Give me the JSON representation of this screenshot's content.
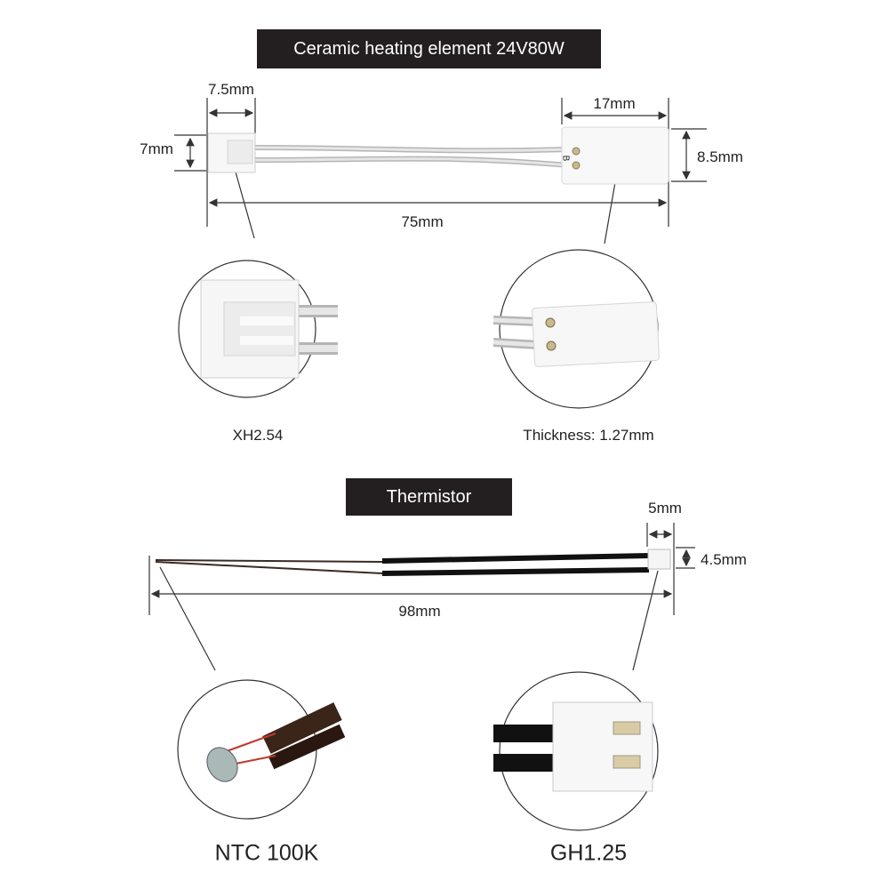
{
  "heater": {
    "title": "Ceramic heating element 24V80W",
    "dims": {
      "connector_width": "7.5mm",
      "connector_height": "7mm",
      "plate_width": "17mm",
      "plate_height": "8.5mm",
      "total_length": "75mm"
    },
    "plate_mark": "B",
    "connector_label": "XH2.54",
    "plate_label": "Thickness: 1.27mm"
  },
  "thermistor": {
    "title": "Thermistor",
    "dims": {
      "connector_width": "5mm",
      "connector_height": "4.5mm",
      "total_length": "98mm"
    },
    "sensor_label": "NTC 100K",
    "connector_label": "GH1.25"
  },
  "colors": {
    "title_bg": "#231f20",
    "wire_grey": "#c9c9c9",
    "wire_black": "#111111",
    "line": "#333333"
  }
}
